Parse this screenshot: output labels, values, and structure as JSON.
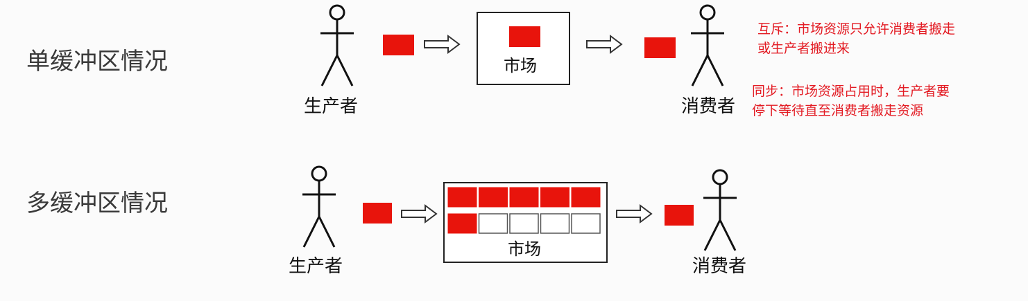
{
  "rows": {
    "single": {
      "title": "单缓冲区情况",
      "producer_label": "生产者",
      "consumer_label": "消费者",
      "market_label": "市场"
    },
    "multi": {
      "title": "多缓冲区情况",
      "producer_label": "生产者",
      "consumer_label": "消费者",
      "market_label": "市场",
      "buffer_slots": {
        "top_row_filled": [
          true,
          true,
          true,
          true,
          true
        ],
        "bottom_row_filled": [
          true,
          false,
          false,
          false,
          false
        ]
      }
    }
  },
  "notes": {
    "mutex": {
      "line1": "互斥：市场资源只允许消费者搬走",
      "line2": "或生产者搬进来"
    },
    "sync": {
      "line1": "同步：市场资源占用时，生产者要",
      "line2": "停下等待直至消费者搬走资源"
    }
  },
  "colors": {
    "item": "#e8140c",
    "note": "#e31b23",
    "stroke": "#1a1a1a"
  },
  "icons": {
    "actor": "stick-figure-icon",
    "flow": "hollow-arrow-icon"
  }
}
